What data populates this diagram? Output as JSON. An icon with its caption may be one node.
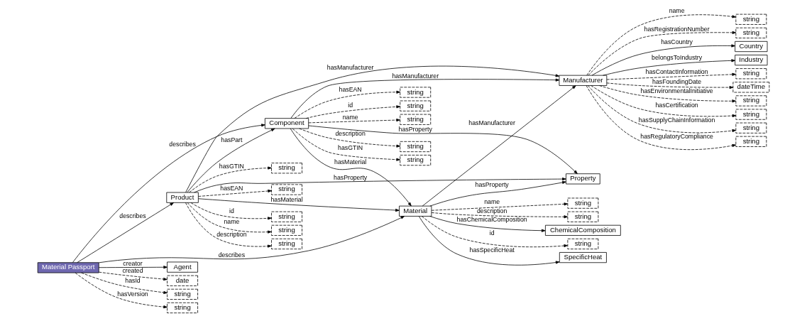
{
  "diagram": {
    "nodes": [
      {
        "text": [
          "string"
        ]
      },
      {
        "text": [
          "SpecificHeat"
        ]
      },
      {
        "text": [
          "string"
        ]
      },
      {
        "text": [
          "string"
        ]
      },
      {
        "text": [
          "ChemicalComposition"
        ]
      },
      {
        "text": [
          "Material"
        ]
      },
      {
        "text": [
          "Agent"
        ]
      },
      {
        "text": [
          "date"
        ]
      },
      {
        "text": [
          "string"
        ]
      },
      {
        "text": [
          "string"
        ]
      },
      {
        "text": [
          "Material Passport"
        ]
      },
      {
        "text": [
          "Component"
        ]
      },
      {
        "text": [
          "Property"
        ]
      },
      {
        "text": [
          "Product"
        ]
      },
      {
        "text": [
          "Manufacturer"
        ]
      },
      {
        "text": [
          "string"
        ]
      },
      {
        "text": [
          "string"
        ]
      },
      {
        "text": [
          "Country"
        ]
      },
      {
        "text": [
          "Industry"
        ]
      },
      {
        "text": [
          "string"
        ]
      },
      {
        "text": [
          "dateTime"
        ]
      },
      {
        "text": [
          "string"
        ]
      },
      {
        "text": [
          "string"
        ]
      },
      {
        "text": [
          "string"
        ]
      },
      {
        "text": [
          "string"
        ]
      },
      {
        "text": [
          "string"
        ]
      },
      {
        "text": [
          "string"
        ]
      },
      {
        "text": [
          "string"
        ]
      },
      {
        "text": [
          "string"
        ]
      },
      {
        "text": [
          "string"
        ]
      },
      {
        "text": [
          "string"
        ]
      },
      {
        "text": [
          "string"
        ]
      },
      {
        "text": [
          "string"
        ]
      },
      {
        "text": [
          "string"
        ]
      },
      {
        "text": [
          "string"
        ]
      }
    ],
    "edges": [
      {
        "from": 5,
        "to": 0,
        "label": "id",
        "arrow": "to",
        "style": "dashed"
      },
      {
        "from": 5,
        "to": 1,
        "label": "hasSpecificHeat",
        "arrow": "to"
      },
      {
        "from": 5,
        "to": 2,
        "label": "name",
        "arrow": "to",
        "style": "dashed"
      },
      {
        "from": 5,
        "to": 3,
        "label": "description",
        "arrow": "to",
        "style": "dashed"
      },
      {
        "from": 5,
        "to": 4,
        "label": "hasChemicalComposition",
        "arrow": "to"
      },
      {
        "from": 5,
        "to": 12,
        "label": "hasProperty",
        "arrow": "to"
      },
      {
        "from": 10,
        "to": 5,
        "label": "describes",
        "arrow": "to"
      },
      {
        "from": 11,
        "to": 12,
        "label": "hasProperty",
        "arrow": "to"
      },
      {
        "from": 11,
        "to": 5,
        "label": "hasMaterial",
        "arrow": "to"
      },
      {
        "from": 5,
        "to": 14,
        "label": "hasManufacturer",
        "arrow": "to"
      },
      {
        "from": 10,
        "to": 6,
        "label": "creator",
        "arrow": "to"
      },
      {
        "from": 10,
        "to": 7,
        "label": "created",
        "arrow": "to",
        "style": "dashed"
      },
      {
        "from": 10,
        "to": 8,
        "label": "hasId",
        "arrow": "to",
        "style": "dashed"
      },
      {
        "from": 10,
        "to": 9,
        "label": "hasVersion",
        "arrow": "to",
        "style": "dashed"
      },
      {
        "from": 10,
        "to": 11,
        "label": "describes",
        "arrow": "to"
      },
      {
        "from": 10,
        "to": 13,
        "label": "describes",
        "arrow": "to"
      },
      {
        "from": 11,
        "to": 14,
        "label": "hasManufacturer",
        "arrow": "to"
      },
      {
        "from": 13,
        "to": 11,
        "label": "hasPart",
        "arrow": "to"
      },
      {
        "from": 13,
        "to": 5,
        "label": "hasMaterial",
        "arrow": "to"
      },
      {
        "from": 13,
        "to": 12,
        "label": "hasProperty",
        "arrow": "to"
      },
      {
        "from": 13,
        "to": 14,
        "label": "hasManufacturer",
        "arrow": "to"
      },
      {
        "from": 14,
        "to": 15,
        "label": "name",
        "arrow": "to",
        "style": "dashed"
      },
      {
        "from": 14,
        "to": 16,
        "label": "hasRegistrationNumber",
        "arrow": "to",
        "style": "dashed"
      },
      {
        "from": 14,
        "to": 17,
        "label": "hasCountry",
        "arrow": "to"
      },
      {
        "from": 14,
        "to": 18,
        "label": "belongsToIndustry",
        "arrow": "to"
      },
      {
        "from": 14,
        "to": 19,
        "label": "hasContactInformation",
        "arrow": "to",
        "style": "dashed"
      },
      {
        "from": 14,
        "to": 20,
        "label": "hasFoundingDate",
        "arrow": "to",
        "style": "dashed"
      },
      {
        "from": 14,
        "to": 21,
        "label": "hasEnvironmentalInitiative",
        "arrow": "to",
        "style": "dashed"
      },
      {
        "from": 14,
        "to": 22,
        "label": "hasCertification",
        "arrow": "to",
        "style": "dashed"
      },
      {
        "from": 14,
        "to": 23,
        "label": "hasSupplyChainInformation",
        "arrow": "to",
        "style": "dashed"
      },
      {
        "from": 14,
        "to": 24,
        "label": "hasRegulatoryCompliance",
        "arrow": "to",
        "style": "dashed"
      },
      {
        "from": 13,
        "to": 25,
        "label": "id",
        "arrow": "to",
        "style": "dashed"
      },
      {
        "from": 13,
        "to": 26,
        "label": "name",
        "arrow": "to",
        "style": "dashed"
      },
      {
        "from": 13,
        "to": 27,
        "label": "description",
        "arrow": "to",
        "style": "dashed"
      },
      {
        "from": 13,
        "to": 28,
        "label": "hasGTIN",
        "arrow": "to",
        "style": "dashed"
      },
      {
        "from": 13,
        "to": 29,
        "label": "hasEAN",
        "arrow": "to",
        "style": "dashed"
      },
      {
        "from": 11,
        "to": 30,
        "label": "id",
        "arrow": "to",
        "style": "dashed"
      },
      {
        "from": 11,
        "to": 31,
        "label": "name",
        "arrow": "to",
        "style": "dashed"
      },
      {
        "from": 11,
        "to": 32,
        "label": "description",
        "arrow": "to",
        "style": "dashed"
      },
      {
        "from": 11,
        "to": 33,
        "label": "hasGTIN",
        "arrow": "to",
        "style": "dashed"
      },
      {
        "from": 11,
        "to": 34,
        "label": "hasEAN",
        "arrow": "to",
        "style": "dashed"
      }
    ]
  }
}
